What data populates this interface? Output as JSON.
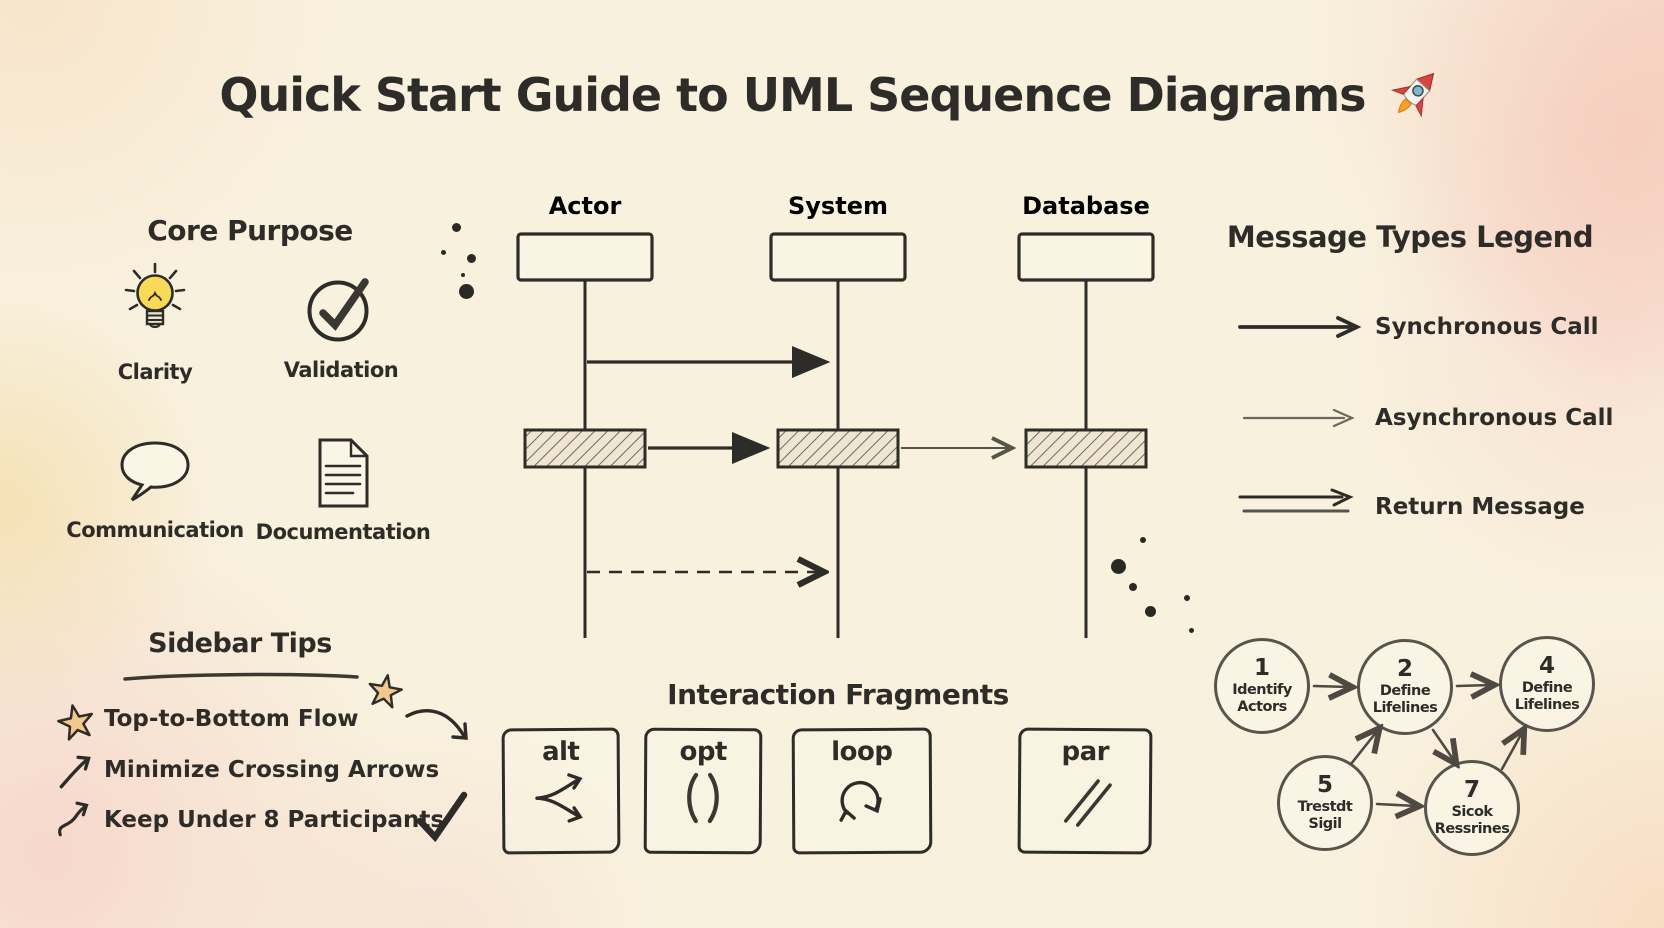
{
  "title": {
    "text": "Quick Start Guide to UML Sequence Diagrams",
    "icon": "rocket-icon"
  },
  "core_purpose": {
    "title": "Core Purpose",
    "items": [
      {
        "icon": "lightbulb-icon",
        "label": "Clarity"
      },
      {
        "icon": "check-circle-icon",
        "label": "Validation"
      },
      {
        "icon": "speech-bubble-icon",
        "label": "Communication"
      },
      {
        "icon": "document-icon",
        "label": "Documentation"
      }
    ]
  },
  "sequence_diagram": {
    "lifelines": [
      {
        "label": "Actor"
      },
      {
        "label": "System"
      },
      {
        "label": "Database"
      }
    ],
    "messages": [
      {
        "from": "Actor",
        "to": "System",
        "style": "solid-synchronous-arrow"
      },
      {
        "from": "Actor",
        "to": "System",
        "style": "solid-synchronous-arrow-between-activations"
      },
      {
        "from": "System",
        "to": "Database",
        "style": "thin-asynchronous-arrow"
      },
      {
        "from": "Actor",
        "to": "System",
        "style": "dashed-return-arrow"
      }
    ],
    "activations": [
      "Actor",
      "System",
      "Database"
    ]
  },
  "legend": {
    "title": "Message Types Legend",
    "items": [
      {
        "arrow": "solid-filled-arrow",
        "label": "Synchronous Call"
      },
      {
        "arrow": "thin-open-arrow",
        "label": "Asynchronous Call"
      },
      {
        "arrow": "double-line-arrow",
        "label": "Return Message"
      }
    ]
  },
  "sidebar_tips": {
    "title": "Sidebar Tips",
    "items": [
      {
        "icon": "star-icon",
        "label": "Top-to-Bottom Flow"
      },
      {
        "icon": "diagonal-arrow-icon",
        "label": "Minimize Crossing Arrows"
      },
      {
        "icon": "curved-arrow-icon",
        "label": "Keep Under 8 Participants"
      }
    ],
    "trailing_icon": "checkmark-icon"
  },
  "interaction_fragments": {
    "title": "Interaction Fragments",
    "items": [
      {
        "label": "alt",
        "icon": "branch-arrows-icon"
      },
      {
        "label": "opt",
        "icon": "parentheses-icon"
      },
      {
        "label": "loop",
        "icon": "circular-arrow-icon"
      },
      {
        "label": "par",
        "icon": "parallel-lines-icon"
      }
    ]
  },
  "workflow": {
    "steps": [
      {
        "number": "1",
        "label": "Identify Actors"
      },
      {
        "number": "2",
        "label": "Define Lifelines"
      },
      {
        "number": "4",
        "label": "Define Lifelines"
      },
      {
        "number": "5",
        "label": "Trestdt Sigil"
      },
      {
        "number": "7",
        "label": "Sicok Ressrines"
      }
    ],
    "connections": [
      "1→2",
      "2→4",
      "5→2",
      "2→7",
      "5→7",
      "7→4"
    ]
  },
  "colors": {
    "paper": "#f8f1de",
    "ink": "#2e2c29",
    "bulb_yellow": "#f7da58",
    "star_tan": "#f2c88f",
    "wash_pink": "#f6c7ba",
    "wash_peach": "#f8d8bd",
    "wash_yellow": "#f3d494"
  }
}
